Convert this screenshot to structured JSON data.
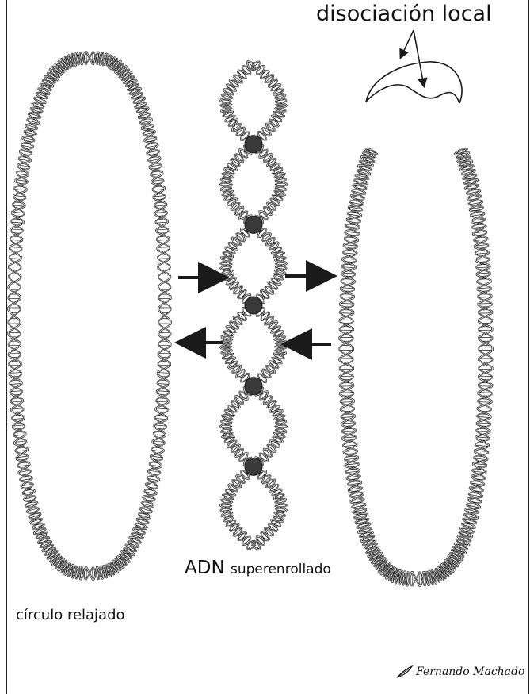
{
  "labels": {
    "local_dissociation": "disociación local",
    "supercoiled_big": "ADN",
    "supercoiled_small": "superenrollado",
    "relaxed_circle": "círculo relajado",
    "signature": "Fernando Machado"
  },
  "colors": {
    "ink": "#1a1a1a",
    "strand_fill": "#f4f4f4",
    "background": "#ffffff"
  },
  "icons": {
    "signature_mark": "quill-feather-icon"
  }
}
